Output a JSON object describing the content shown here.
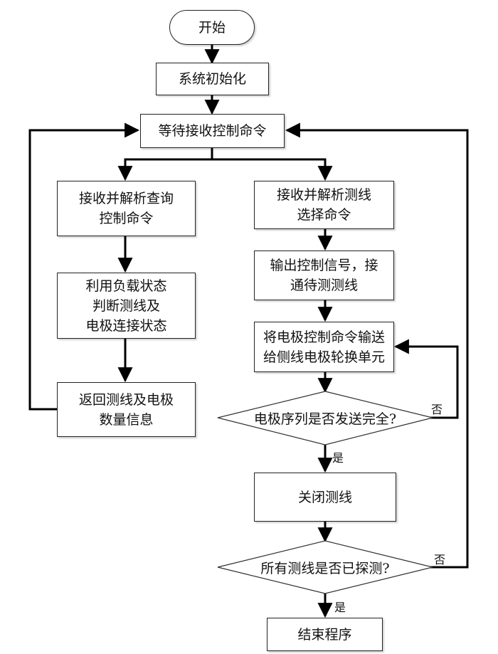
{
  "flowchart": {
    "nodes": {
      "start": {
        "type": "terminal",
        "lines": [
          "开始"
        ]
      },
      "init": {
        "type": "process",
        "lines": [
          "系统初始化"
        ]
      },
      "wait": {
        "type": "process",
        "lines": [
          "等待接收控制命令"
        ]
      },
      "parse_query": {
        "type": "process",
        "lines": [
          "接收并解析查询",
          "控制命令"
        ]
      },
      "load_state": {
        "type": "process",
        "lines": [
          "利用负载状态",
          "判断测线及",
          "电极连接状态"
        ]
      },
      "return_info": {
        "type": "process",
        "lines": [
          "返回测线及电极",
          "数量信息"
        ]
      },
      "parse_select": {
        "type": "process",
        "lines": [
          "接收并解析测线",
          "选择命令"
        ]
      },
      "output_signal": {
        "type": "process",
        "lines": [
          "输出控制信号，接",
          "通待测测线"
        ]
      },
      "send_electrode": {
        "type": "process",
        "lines": [
          "将电极控制命令输送",
          "给侧线电极轮换单元"
        ]
      },
      "check_sequence": {
        "type": "decision",
        "text": "电极序列是否发送完全?"
      },
      "close_line": {
        "type": "process",
        "lines": [
          "关闭测线"
        ]
      },
      "check_all": {
        "type": "decision",
        "text": "所有测线是否已探测?"
      },
      "end": {
        "type": "process",
        "lines": [
          "结束程序"
        ]
      }
    },
    "edges": [
      {
        "from": "start",
        "to": "init",
        "label": ""
      },
      {
        "from": "init",
        "to": "wait",
        "label": ""
      },
      {
        "from": "wait",
        "to": "parse_query",
        "label": ""
      },
      {
        "from": "wait",
        "to": "parse_select",
        "label": ""
      },
      {
        "from": "parse_query",
        "to": "load_state",
        "label": ""
      },
      {
        "from": "load_state",
        "to": "return_info",
        "label": ""
      },
      {
        "from": "return_info",
        "to": "wait",
        "label": ""
      },
      {
        "from": "parse_select",
        "to": "output_signal",
        "label": ""
      },
      {
        "from": "output_signal",
        "to": "send_electrode",
        "label": ""
      },
      {
        "from": "send_electrode",
        "to": "check_sequence",
        "label": ""
      },
      {
        "from": "check_sequence",
        "to": "send_electrode",
        "label": "否"
      },
      {
        "from": "check_sequence",
        "to": "close_line",
        "label": "是"
      },
      {
        "from": "close_line",
        "to": "check_all",
        "label": ""
      },
      {
        "from": "check_all",
        "to": "wait",
        "label": "否"
      },
      {
        "from": "check_all",
        "to": "end",
        "label": "是"
      }
    ]
  }
}
